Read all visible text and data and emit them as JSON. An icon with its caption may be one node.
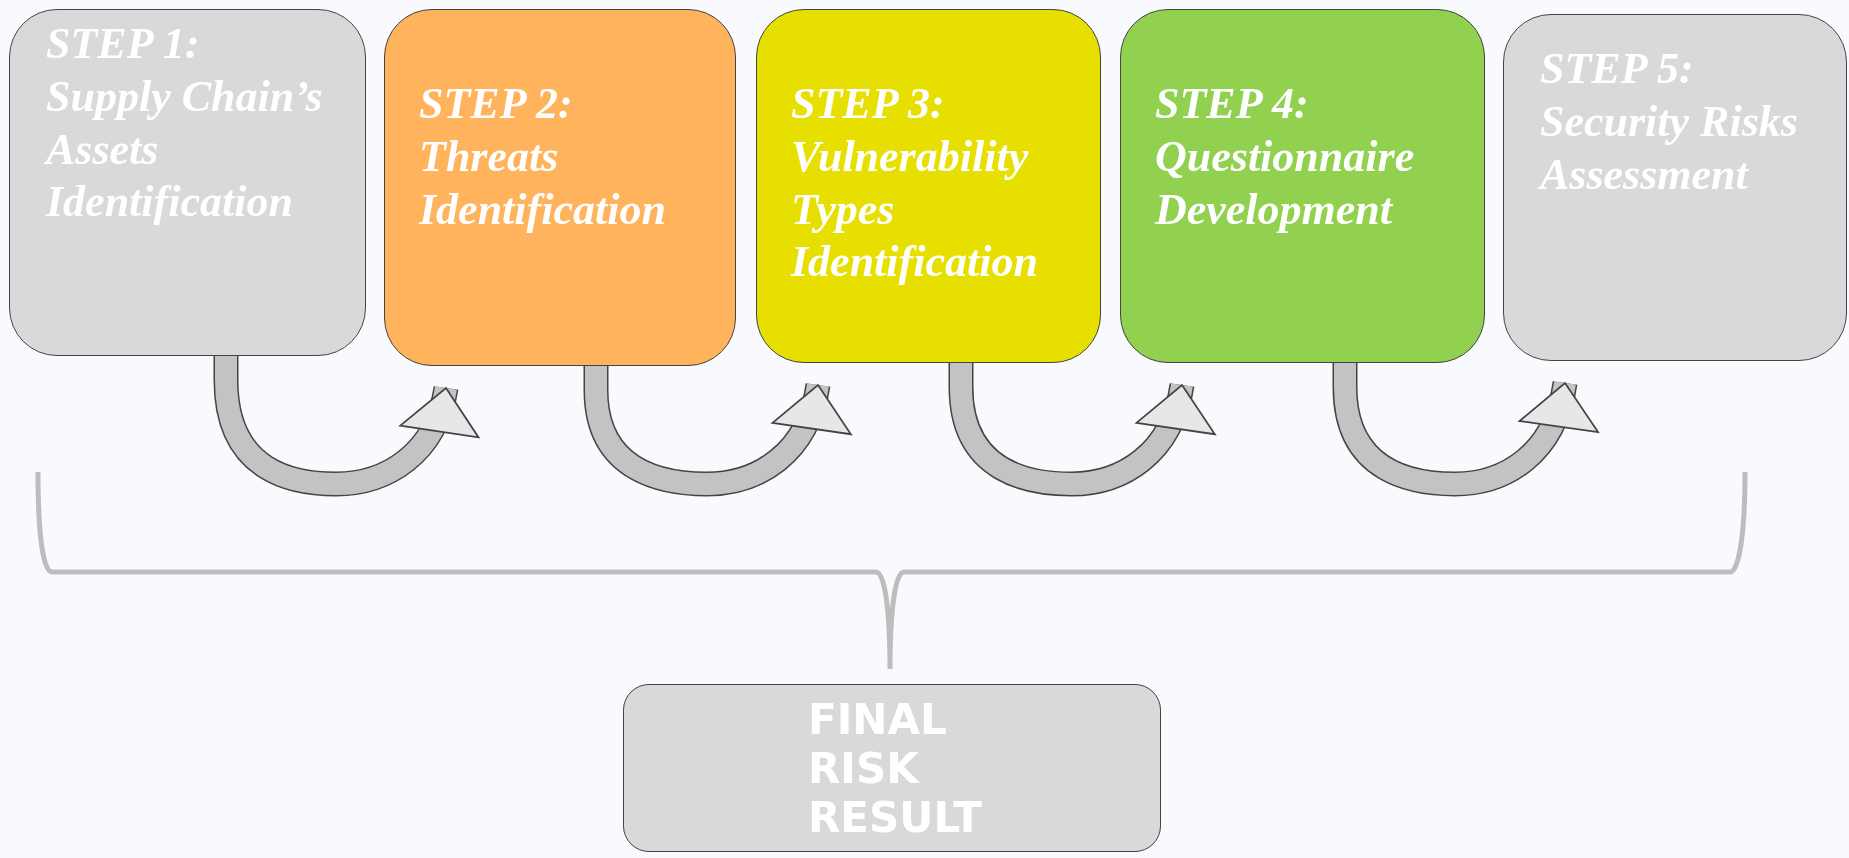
{
  "diagram": {
    "nodes": [
      {
        "text": [
          "STEP 1:",
          "Supply Chain’s Assets Identification"
        ]
      },
      {
        "text": [
          "STEP 2:",
          "Threats Identification"
        ]
      },
      {
        "text": [
          "STEP 3:",
          "Vulnerability Types Identification"
        ]
      },
      {
        "text": [
          "STEP 4:",
          "Questionnaire Development"
        ]
      },
      {
        "text": [
          "STEP 5:",
          "Security Risks Assessment"
        ]
      },
      {
        "text": [
          "FINAL RISK RESULT"
        ]
      }
    ],
    "edges": [
      {
        "from": 0,
        "to": 1,
        "arrow": "to"
      },
      {
        "from": 1,
        "to": 2,
        "arrow": "to"
      },
      {
        "from": 2,
        "to": 3,
        "arrow": "to"
      },
      {
        "from": 3,
        "to": 4,
        "arrow": "to"
      }
    ]
  }
}
